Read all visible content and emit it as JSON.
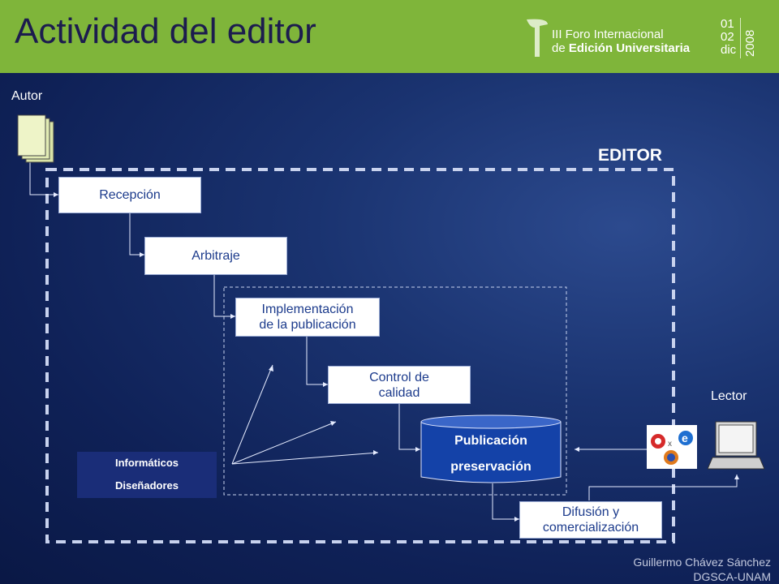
{
  "title": "Actividad del editor",
  "brand": {
    "line1": "III Foro Internacional",
    "line2_prefix": "de ",
    "line2_bold": "Edición Universitaria",
    "day1": "01",
    "day2": "02",
    "month": "dic",
    "year": "2008"
  },
  "diagram": {
    "autor": "Autor",
    "lector": "Lector",
    "editor": "EDITOR",
    "steps": {
      "recepcion": "Recepción",
      "arbitraje": "Arbitraje",
      "implementacion_1": "Implementación",
      "implementacion_2": "de la publicación",
      "control_1": "Control de",
      "control_2": "calidad",
      "publicacion_1": "Publicación",
      "publicacion_2": "preservación",
      "difusion_1": "Difusión y",
      "difusion_2": "comercialización"
    },
    "roles": [
      "Informáticos",
      "Diseñadores"
    ]
  },
  "footer": {
    "author": "Guillermo Chávez Sánchez",
    "org": "DGSCA-UNAM"
  },
  "colors": {
    "header": "#7fb53a",
    "box_text": "#1c3b8c",
    "background": "#0f2157"
  }
}
